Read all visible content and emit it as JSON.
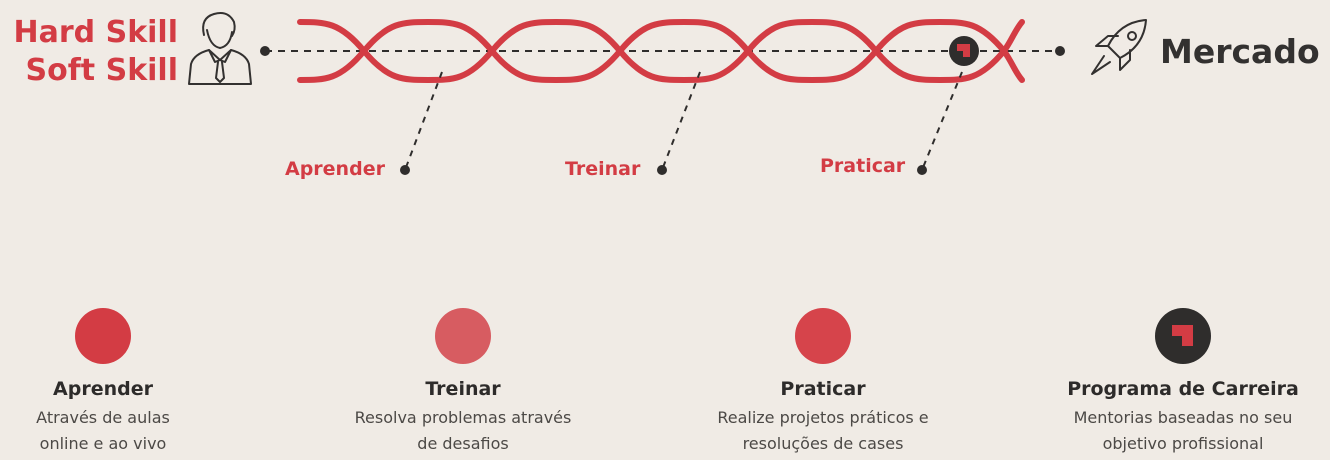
{
  "header": {
    "skills": [
      "Hard Skill",
      "Soft Skill"
    ],
    "target": "Mercado"
  },
  "stages": [
    {
      "label": "Aprender"
    },
    {
      "label": "Treinar"
    },
    {
      "label": "Praticar"
    }
  ],
  "cards": [
    {
      "title": "Aprender",
      "lines": [
        "Através de aulas",
        "online e ao vivo"
      ],
      "color": "#d33c44"
    },
    {
      "title": "Treinar",
      "lines": [
        "Resolva problemas através",
        "de desafios"
      ],
      "color": "#d75c61"
    },
    {
      "title": "Praticar",
      "lines": [
        "Realize projetos práticos e",
        "resoluções de cases"
      ],
      "color": "#d6444b"
    },
    {
      "title": "Programa de Carreira",
      "lines": [
        "Mentorias baseadas no seu",
        "objetivo profissional"
      ],
      "color": "#2f2d2c"
    }
  ],
  "colors": {
    "accent": "#d33c44",
    "dark": "#2f2d2c",
    "background": "#f0ebe5"
  },
  "icons": [
    "professional-person-icon",
    "rocket-icon",
    "career-logo-icon"
  ]
}
